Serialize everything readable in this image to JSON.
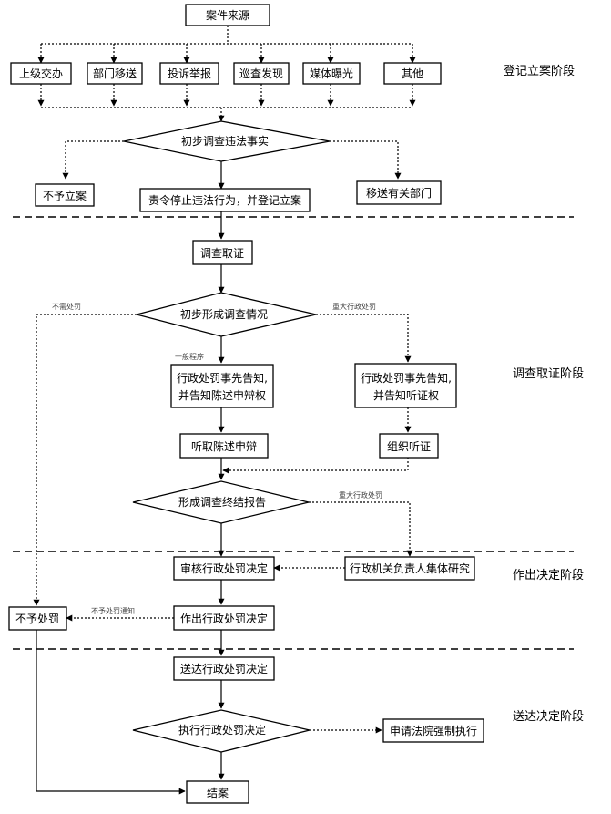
{
  "nodes": {
    "source": "案件来源",
    "src_superior": "上级交办",
    "src_department": "部门移送",
    "src_complaint": "投诉举报",
    "src_patrol": "巡查发现",
    "src_media": "媒体曝光",
    "src_other": "其他",
    "prelim_check": "初步调查违法事实",
    "no_filing": "不予立案",
    "order_stop": "责令停止违法行为，并登记立案",
    "transfer": "移送有关部门",
    "investigate": "调查取证",
    "prelim_form": "初步形成调查情况",
    "notify_defense_1": "行政处罚事先告知,",
    "notify_defense_2": "并告知陈述申辩权",
    "notify_hearing_1": "行政处罚事先告知,",
    "notify_hearing_2": "并告知听证权",
    "hear_defense": "听取陈述申辩",
    "organize_hearing": "组织听证",
    "final_report": "形成调查终结报告",
    "review_decision": "审核行政处罚决定",
    "collective_study": "行政机关负责人集体研究",
    "make_decision": "作出行政处罚决定",
    "no_penalty": "不予处罚",
    "deliver_decision": "送达行政处罚决定",
    "execute_decision": "执行行政处罚决定",
    "court_enforce": "申请法院强制执行",
    "close_case": "结案"
  },
  "edge_labels": {
    "no_penalty_needed": "不需处罚",
    "major_penalty_1": "重大行政处罚",
    "general_procedure": "一般程序",
    "major_penalty_2": "重大行政处罚",
    "no_penalty_notice": "不予处罚通知"
  },
  "stages": {
    "registration": "登记立案阶段",
    "investigation": "调查取证阶段",
    "decision": "作出决定阶段",
    "delivery": "送达决定阶段"
  }
}
